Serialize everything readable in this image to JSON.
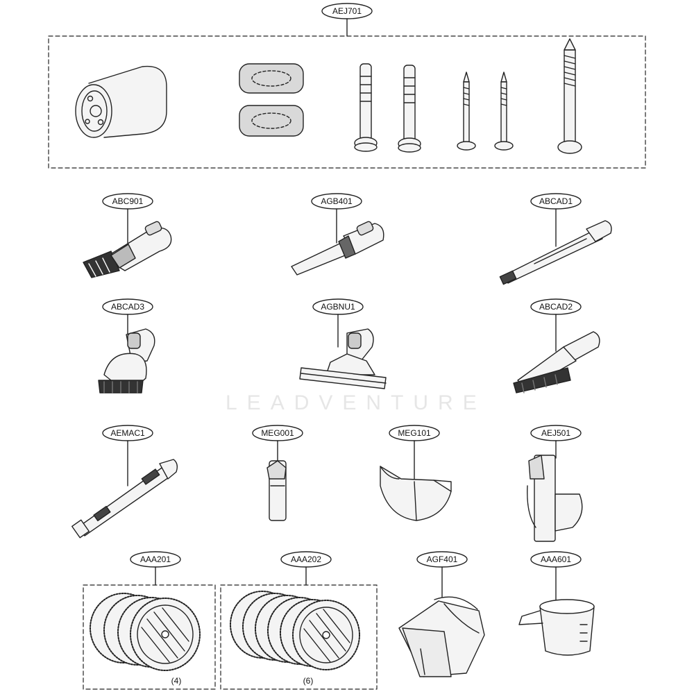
{
  "labels": {
    "aej701": "AEJ701",
    "abc901": "ABC901",
    "agb401": "AGB401",
    "abcad1": "ABCAD1",
    "abcad3": "ABCAD3",
    "agbnu1": "AGBNU1",
    "abcad2": "ABCAD2",
    "aemac1": "AEMAC1",
    "meg001": "MEG001",
    "meg101": "MEG101",
    "aej501": "AEJ501",
    "aaa201": "AAA201",
    "aaa202": "AAA202",
    "agf401": "AGF401",
    "aaa601": "AAA601"
  },
  "quantities": {
    "aaa201": "(4)",
    "aaa202": "(6)"
  },
  "watermark": "LEADVENTURE",
  "colors": {
    "line": "#222222",
    "part_fill": "#f4f4f4",
    "pad_fill": "#d9d9d9"
  }
}
